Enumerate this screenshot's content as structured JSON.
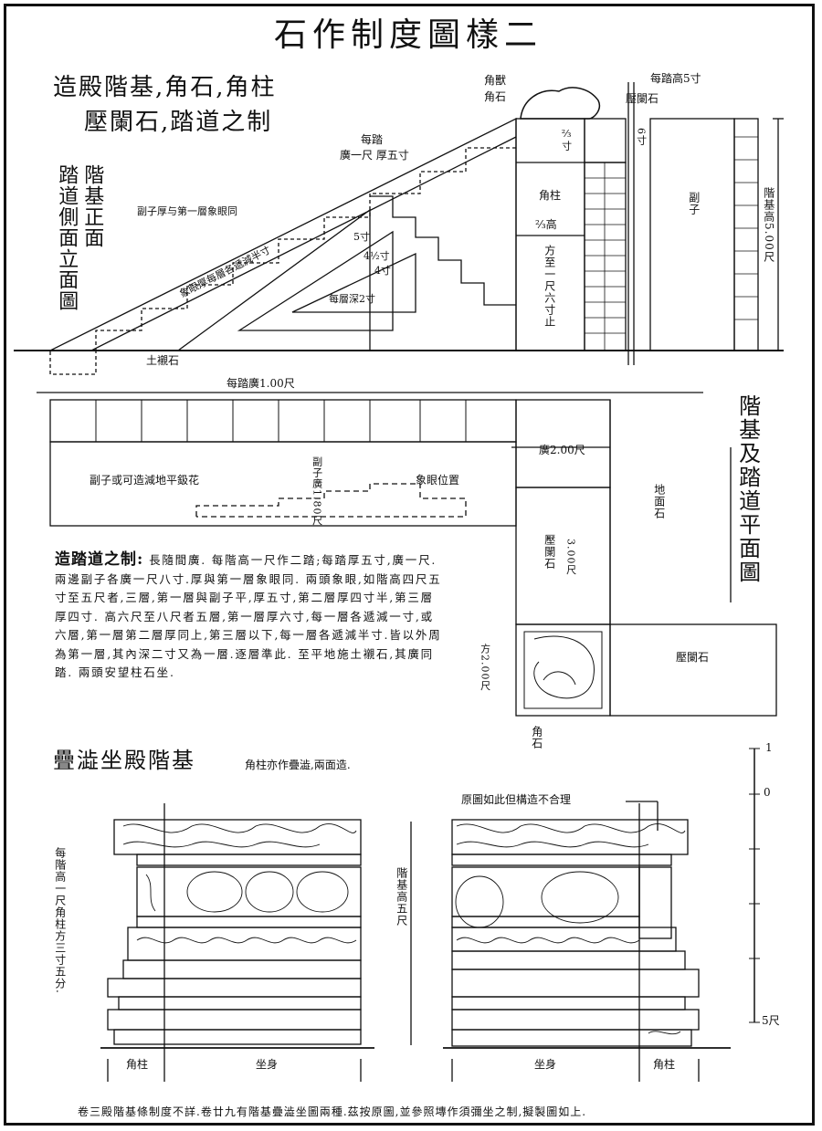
{
  "title": "石作制度圖樣二",
  "heading1_line1": "造殿階基,角石,角柱",
  "heading1_line2": "壓闌石,踏道之制",
  "side_title_a": "階基正面",
  "side_title_b": "踏道側面立面圖",
  "labels": {
    "jiaoshou": "角獸",
    "jiaoshi": "角石",
    "meita_gao": "每踏高5寸",
    "yalanshi": "壓闌石",
    "meita": "每踏",
    "guang_hou": "廣一尺 厚五寸",
    "fuzi_hou": "副子厚与第一層象眼同",
    "wucun": "5寸",
    "sidian_wucun": "4½寸",
    "sicun": "4寸",
    "meiceng_shen": "每層深2寸",
    "xiangyan": "象眼厚每層各遞減半寸",
    "jiaozhu": "角柱",
    "two_thirds": "⅔高",
    "fangzhi": "方至一尺六寸止",
    "two_thirds_small": "⅔寸",
    "liucun": "6寸",
    "fuzi": "副子",
    "jieji_gao": "階基高5.00尺",
    "tuchenshi": "土襯石",
    "meita_guang": "每踏廣1.00尺",
    "guang_two": "廣2.00尺",
    "fuzi_diaozhu": "副子或可造減地平鈒花",
    "fuzi_guang": "副子廣1.80尺",
    "xiangyan_weizhi": "象眼位置",
    "dimianshi": "地面石",
    "yalanshi_v": "壓闌石",
    "three_chi": "3.00尺",
    "fang_two": "方2.00尺",
    "yalanshi_h": "壓闌石",
    "jiaoshi_bottom": "角石",
    "plan_title": "階基及踏道平面圖",
    "stack_title": "疊澁坐殿階基",
    "stack_note": "角柱亦作疊澁,兩面造.",
    "yuantu": "原圖如此但構造不合理",
    "left_v": "每階高一尺角柱方三寸五分.",
    "jieji_wu": "階基高五尺",
    "scale_one": "1",
    "scale_zero": "0",
    "scale_five": "5尺",
    "jiaozhu_l": "角柱",
    "zuoshen_l": "坐身",
    "zuoshen_r": "坐身",
    "jiaozhu_r": "角柱"
  },
  "body": {
    "lead": "造踏道之制:",
    "text": "長隨間廣. 每階高一尺作二踏;每踏厚五寸,廣一尺. 兩邊副子各廣一尺八寸.厚與第一層象眼同. 兩頭象眼,如階高四尺五寸至五尺者,三層,第一層與副子平,厚五寸,第二層厚四寸半,第三層厚四寸. 高六尺至八尺者五層,第一層厚六寸,每一層各遞減一寸,或六層,第一層第二層厚同上,第三層以下,每一層各遞減半寸.皆以外周為第一層,其內深二寸又為一層.逐層準此. 至平地施土襯石,其廣同踏. 兩頭安望柱石坐."
  },
  "footer": "卷三殿階基條制度不詳.卷廿九有階基疊澁坐圖兩種.茲按原圖,並參照塼作須彌坐之制,擬製圖如上."
}
